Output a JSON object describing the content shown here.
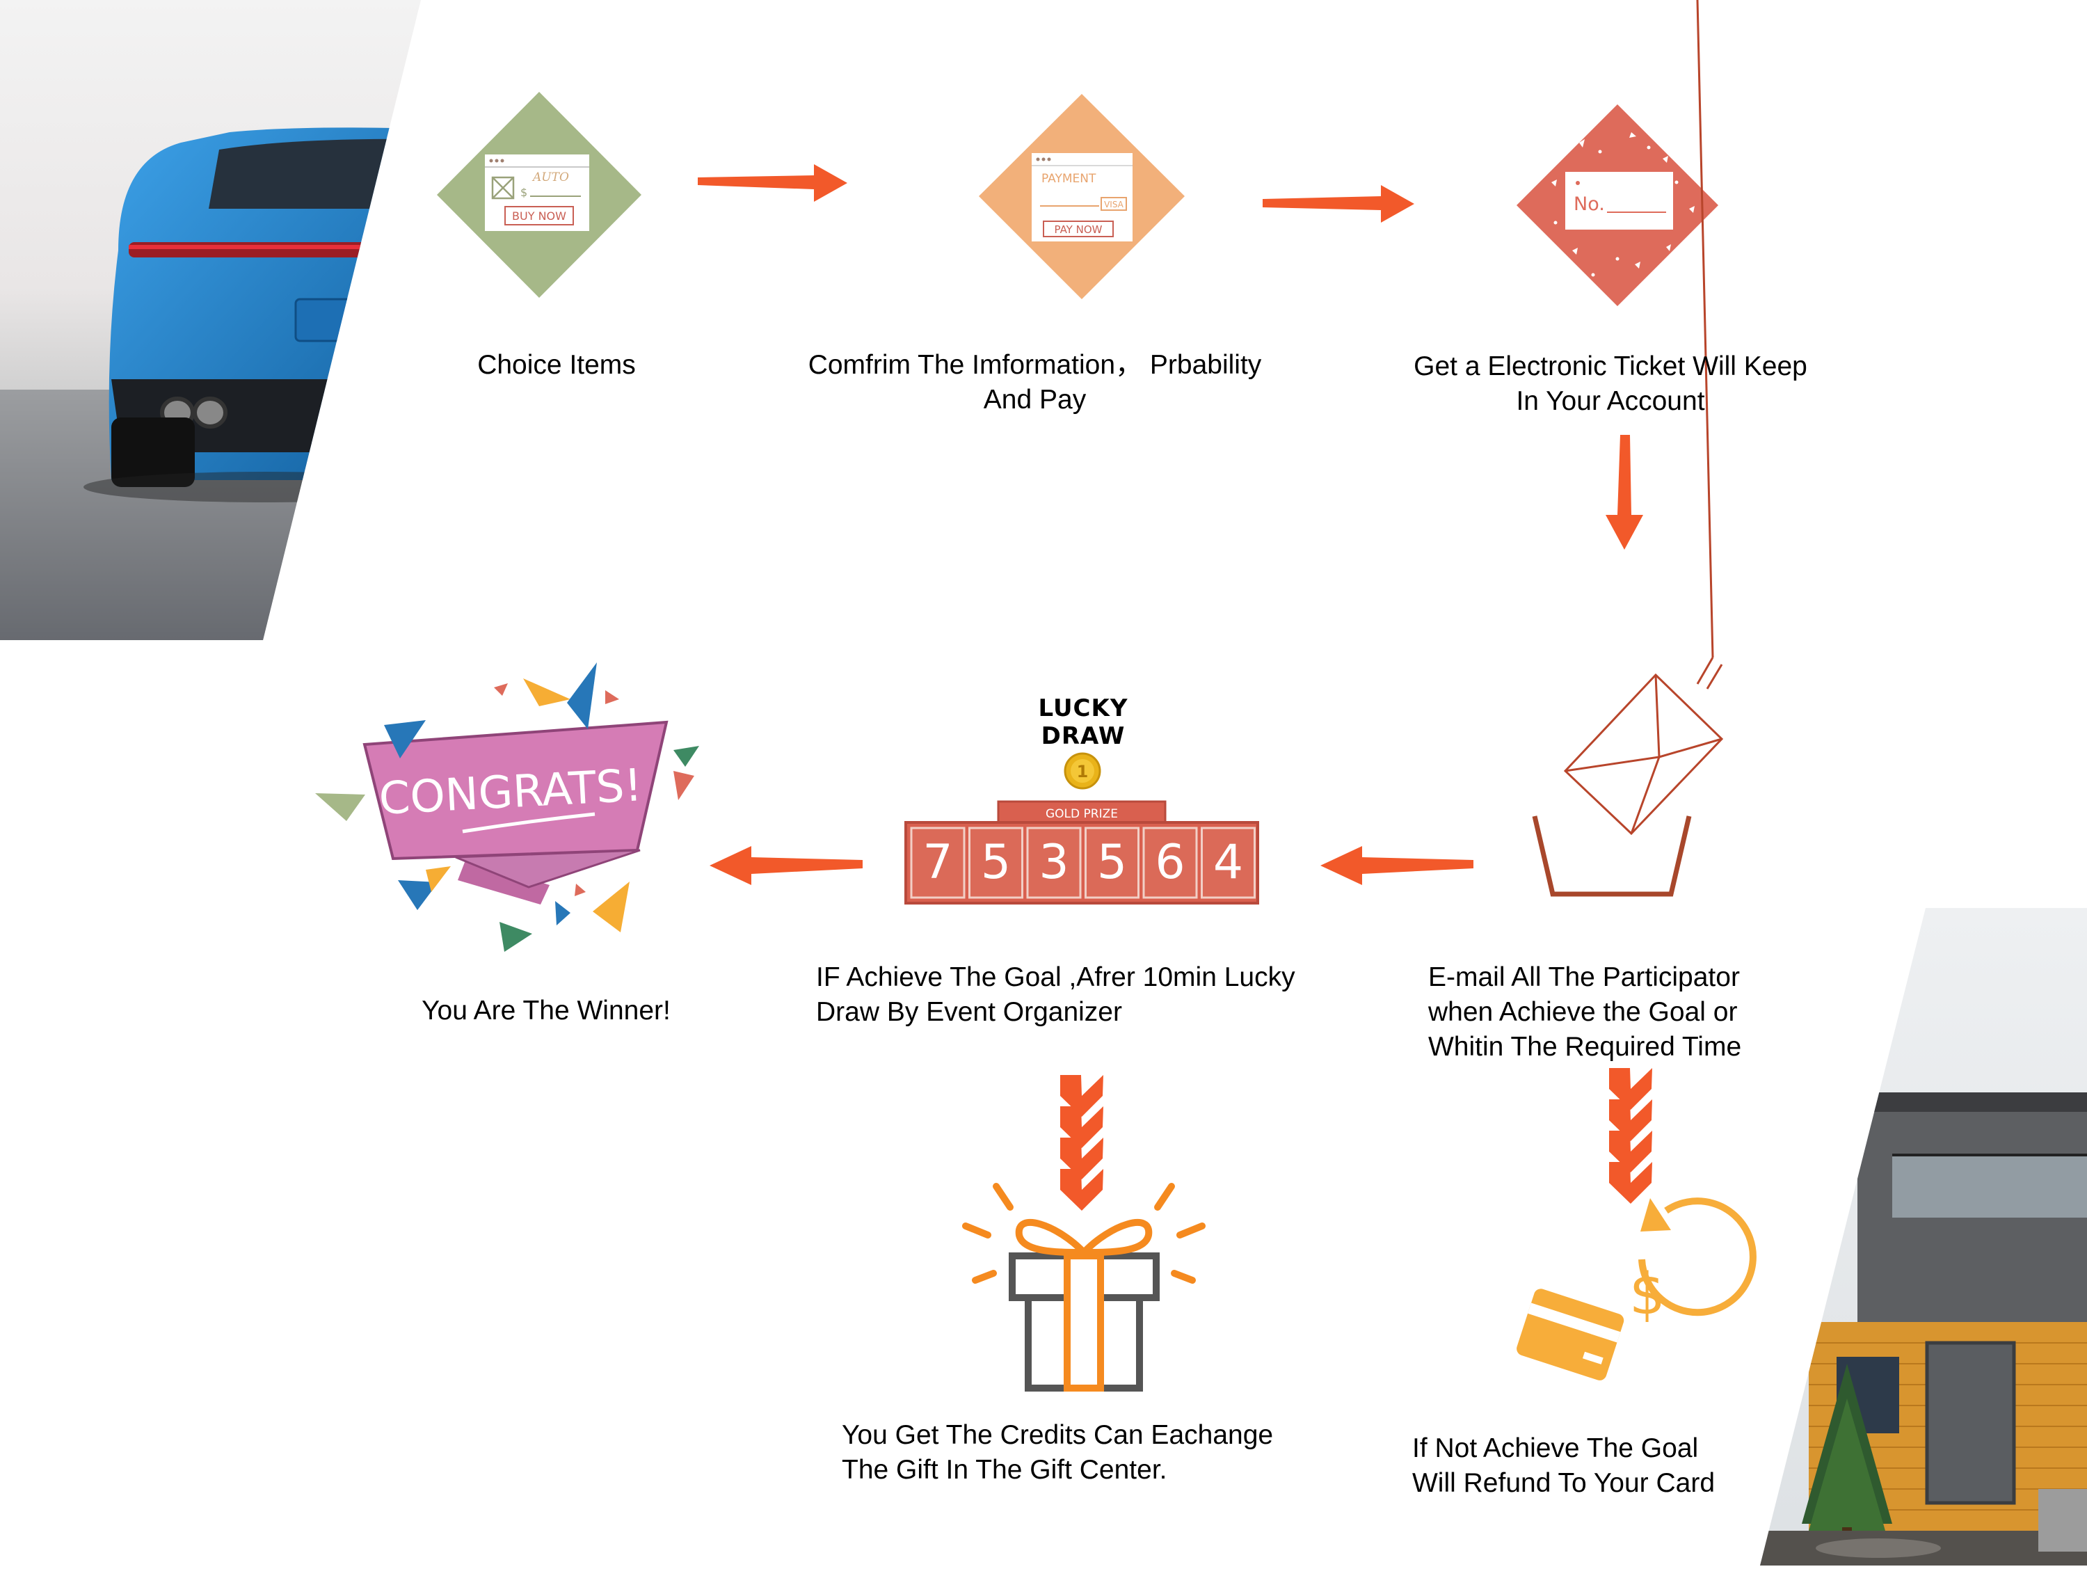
{
  "colors": {
    "arrow": "#f2592a",
    "text": "#000000",
    "diamond_green": "#a6b888",
    "diamond_orange": "#f2b07a",
    "diamond_red": "#de6b5b",
    "lucky_draw_yellow": "#f7cf1f",
    "counter_red": "#d9604f",
    "congrats_pink": "#d57cb5",
    "gift_orange": "#f58a1f",
    "gift_gray": "#555555",
    "refund_yellow": "#f7ad3a"
  },
  "steps": {
    "choice": {
      "label": [
        "Choice Items"
      ],
      "icon": "product-form-icon",
      "card_text": {
        "auto": "AUTO",
        "currency": "$",
        "button": "BUY NOW"
      }
    },
    "confirm": {
      "label": [
        "Comfrim The  Imformation， Prbability",
        "And Pay"
      ],
      "icon": "payment-form-icon",
      "card_text": {
        "payment": "PAYMENT",
        "visa": "VISA",
        "button": "PAY NOW"
      }
    },
    "ticket": {
      "label": [
        "Get a Electronic Ticket Will Keep",
        "In Your Account"
      ],
      "icon": "ticket-icon",
      "card_text": {
        "number": "No."
      }
    },
    "email": {
      "label": [
        "E-mail All The Participator",
        "when Achieve the Goal or",
        "Whitin The Required Time"
      ],
      "icon": "envelope-icon"
    },
    "lucky_draw": {
      "label": [
        "IF Achieve The Goal ,Afrer 10min Lucky",
        "Draw By Event Organizer"
      ],
      "title": "LUCKY DRAW",
      "medal": "1",
      "prize": "GOLD PRIZE",
      "digits": [
        "7",
        "5",
        "3",
        "5",
        "6",
        "4"
      ]
    },
    "winner": {
      "label": [
        "You Are The Winner!"
      ],
      "banner": "CONGRATS!",
      "icon": "congrats-banner-icon"
    },
    "credits": {
      "label": [
        "You Get The Credits Can Eachange",
        "The Gift In The Gift Center."
      ],
      "icon": "gift-box-icon"
    },
    "refund": {
      "label": [
        "If Not Achieve The Goal",
        "Will Refund  To Your Card"
      ],
      "icon": "refund-card-icon",
      "symbol": "$"
    }
  },
  "photos": {
    "top_left": "blue-sports-car-photo",
    "bottom_right": "modern-house-photo"
  }
}
